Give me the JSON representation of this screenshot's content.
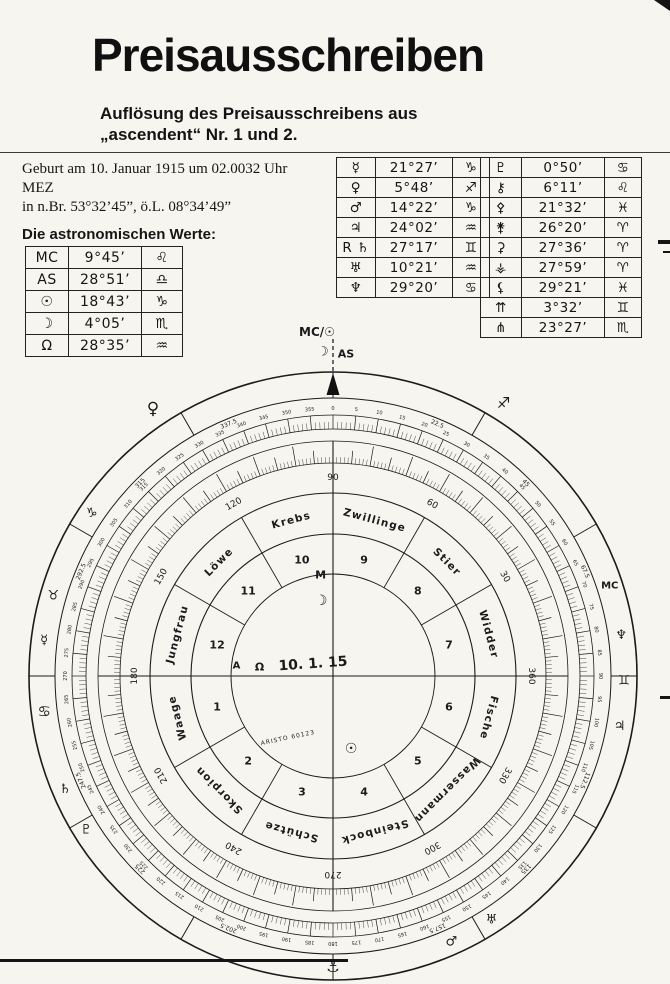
{
  "page": {
    "title": "Preisausschreiben",
    "subtitle1": "Auflösung des Preisausschreibens aus",
    "subtitle2": "„ascendent“ Nr. 1 und 2.",
    "birth1": "Geburt am 10. Januar 1915 um 02.0032 Uhr",
    "birth2": "MEZ",
    "birth3": "in n.Br. 53°32’45”, ö.L. 08°34’49”",
    "values_heading": "Die astronomischen Werte:"
  },
  "tables": {
    "left": {
      "rows": [
        [
          "MC",
          "9°45’",
          "♌"
        ],
        [
          "AS",
          "28°51’",
          "♎"
        ],
        [
          "☉",
          "18°43’",
          "♑"
        ],
        [
          "☽",
          "4°05’",
          "♏"
        ],
        [
          "Ω",
          "28°35’",
          "♒"
        ]
      ]
    },
    "middle": {
      "rows": [
        [
          "☿",
          "21°27’",
          "♑"
        ],
        [
          "♀",
          "5°48’",
          "♐"
        ],
        [
          "♂",
          "14°22’",
          "♑"
        ],
        [
          "♃",
          "24°02’",
          "♒"
        ],
        [
          "R ♄",
          "27°17’",
          "♊"
        ],
        [
          "♅",
          "10°21’",
          "♒"
        ],
        [
          "♆",
          "29°20’",
          "♋"
        ]
      ]
    },
    "right": {
      "rows": [
        [
          "♇",
          "0°50’",
          "♋"
        ],
        [
          "⚷",
          "6°11’",
          "♌"
        ],
        [
          "⚴",
          "21°32’",
          "♓"
        ],
        [
          "⚵",
          "26°20’",
          "♈"
        ],
        [
          "⚳",
          "27°36’",
          "♈"
        ],
        [
          "⚶",
          "27°59’",
          "♈"
        ],
        [
          "⚸",
          "29°21’",
          "♓"
        ],
        [
          "⇈",
          "3°32’",
          "♊"
        ],
        [
          "⋔",
          "23°27’",
          "♏"
        ]
      ]
    }
  },
  "wheel": {
    "pointer": {
      "mc_sun": "MC/☉",
      "moon": "☽",
      "as": "AS"
    },
    "center_date": "10. 1. 15",
    "brand": "ARISTO 60123",
    "signs": [
      {
        "name": "Krebs",
        "house": "10",
        "angle": 345
      },
      {
        "name": "Zwillinge",
        "house": "9",
        "angle": 15
      },
      {
        "name": "Stier",
        "house": "8",
        "angle": 45
      },
      {
        "name": "Widder",
        "house": "7",
        "angle": 75
      },
      {
        "name": "Fische",
        "house": "6",
        "angle": 105
      },
      {
        "name": "Wassermann",
        "house": "5",
        "angle": 135
      },
      {
        "name": "Steinbock",
        "house": "4",
        "angle": 165
      },
      {
        "name": "Schütze",
        "house": "3",
        "angle": 195
      },
      {
        "name": "Skorpion",
        "house": "2",
        "angle": 225
      },
      {
        "name": "Waage",
        "house": "1",
        "angle": 255
      },
      {
        "name": "Jungfrau",
        "house": "12",
        "angle": 285
      },
      {
        "name": "Löwe",
        "house": "11",
        "angle": 315
      }
    ],
    "numbers_30": [
      {
        "angle": 0,
        "label": "90"
      },
      {
        "angle": 30,
        "label": "60"
      },
      {
        "angle": 60,
        "label": "30"
      },
      {
        "angle": 90,
        "label": "360"
      },
      {
        "angle": 120,
        "label": "330"
      },
      {
        "angle": 150,
        "label": "300"
      },
      {
        "angle": 180,
        "label": "270"
      },
      {
        "angle": 210,
        "label": "240"
      },
      {
        "angle": 240,
        "label": "210"
      },
      {
        "angle": 270,
        "label": "180"
      },
      {
        "angle": 300,
        "label": "150"
      },
      {
        "angle": 330,
        "label": "120"
      }
    ],
    "octile_labels": [
      {
        "angle": 22.5,
        "label": "22.5"
      },
      {
        "angle": 45,
        "label": "45"
      },
      {
        "angle": 67.5,
        "label": "67.5"
      },
      {
        "angle": 112.5,
        "label": "112.5"
      },
      {
        "angle": 135,
        "label": "135"
      },
      {
        "angle": 157.5,
        "label": "157.5"
      },
      {
        "angle": 202.5,
        "label": "202.5"
      },
      {
        "angle": 225,
        "label": "225"
      },
      {
        "angle": 247.5,
        "label": "247.5"
      },
      {
        "angle": 292.5,
        "label": "292.5"
      },
      {
        "angle": 315,
        "label": "315"
      },
      {
        "angle": 337.5,
        "label": "337.5"
      }
    ],
    "numbers_5": {
      "start": 0,
      "step": 5,
      "count": 72
    },
    "rim_markers": [
      {
        "glyph": "♀",
        "angle": 326,
        "r": 322,
        "size": 17
      },
      {
        "glyph": "♐",
        "angle": 32,
        "r": 322,
        "size": 15
      },
      {
        "glyph": "♑",
        "angle": 304,
        "r": 291,
        "size": 13
      },
      {
        "glyph": "♉",
        "angle": 286,
        "r": 291,
        "size": 13
      },
      {
        "glyph": "☿",
        "angle": 277,
        "r": 291,
        "size": 13
      },
      {
        "glyph": "♋",
        "angle": 263,
        "r": 291,
        "size": 15
      },
      {
        "glyph": "♄",
        "angle": 247,
        "r": 291,
        "size": 13
      },
      {
        "glyph": "♇",
        "angle": 238,
        "r": 291,
        "size": 13
      },
      {
        "glyph": "⚓",
        "angle": 180,
        "r": 291,
        "size": 15
      },
      {
        "glyph": "♂",
        "angle": 156,
        "r": 291,
        "size": 13
      },
      {
        "glyph": "♅",
        "angle": 147,
        "r": 291,
        "size": 13
      },
      {
        "glyph": "♃",
        "angle": 100,
        "r": 291,
        "size": 13
      },
      {
        "glyph": "♊",
        "angle": 91,
        "r": 291,
        "size": 13
      },
      {
        "glyph": "♆",
        "angle": 82,
        "r": 291,
        "size": 13
      },
      {
        "glyph": "MC",
        "angle": 72,
        "r": 291,
        "size": 10
      }
    ],
    "inner_marks": [
      {
        "glyph": "M",
        "angle": 353,
        "r": 102,
        "size": 11
      },
      {
        "glyph": "☽",
        "angle": 351,
        "r": 76,
        "size": 14
      },
      {
        "glyph": "A",
        "angle": 276,
        "r": 97,
        "size": 10
      },
      {
        "glyph": "Ω",
        "angle": 277,
        "r": 74,
        "size": 11
      },
      {
        "glyph": "☉",
        "angle": 166,
        "r": 75,
        "size": 14
      }
    ]
  }
}
